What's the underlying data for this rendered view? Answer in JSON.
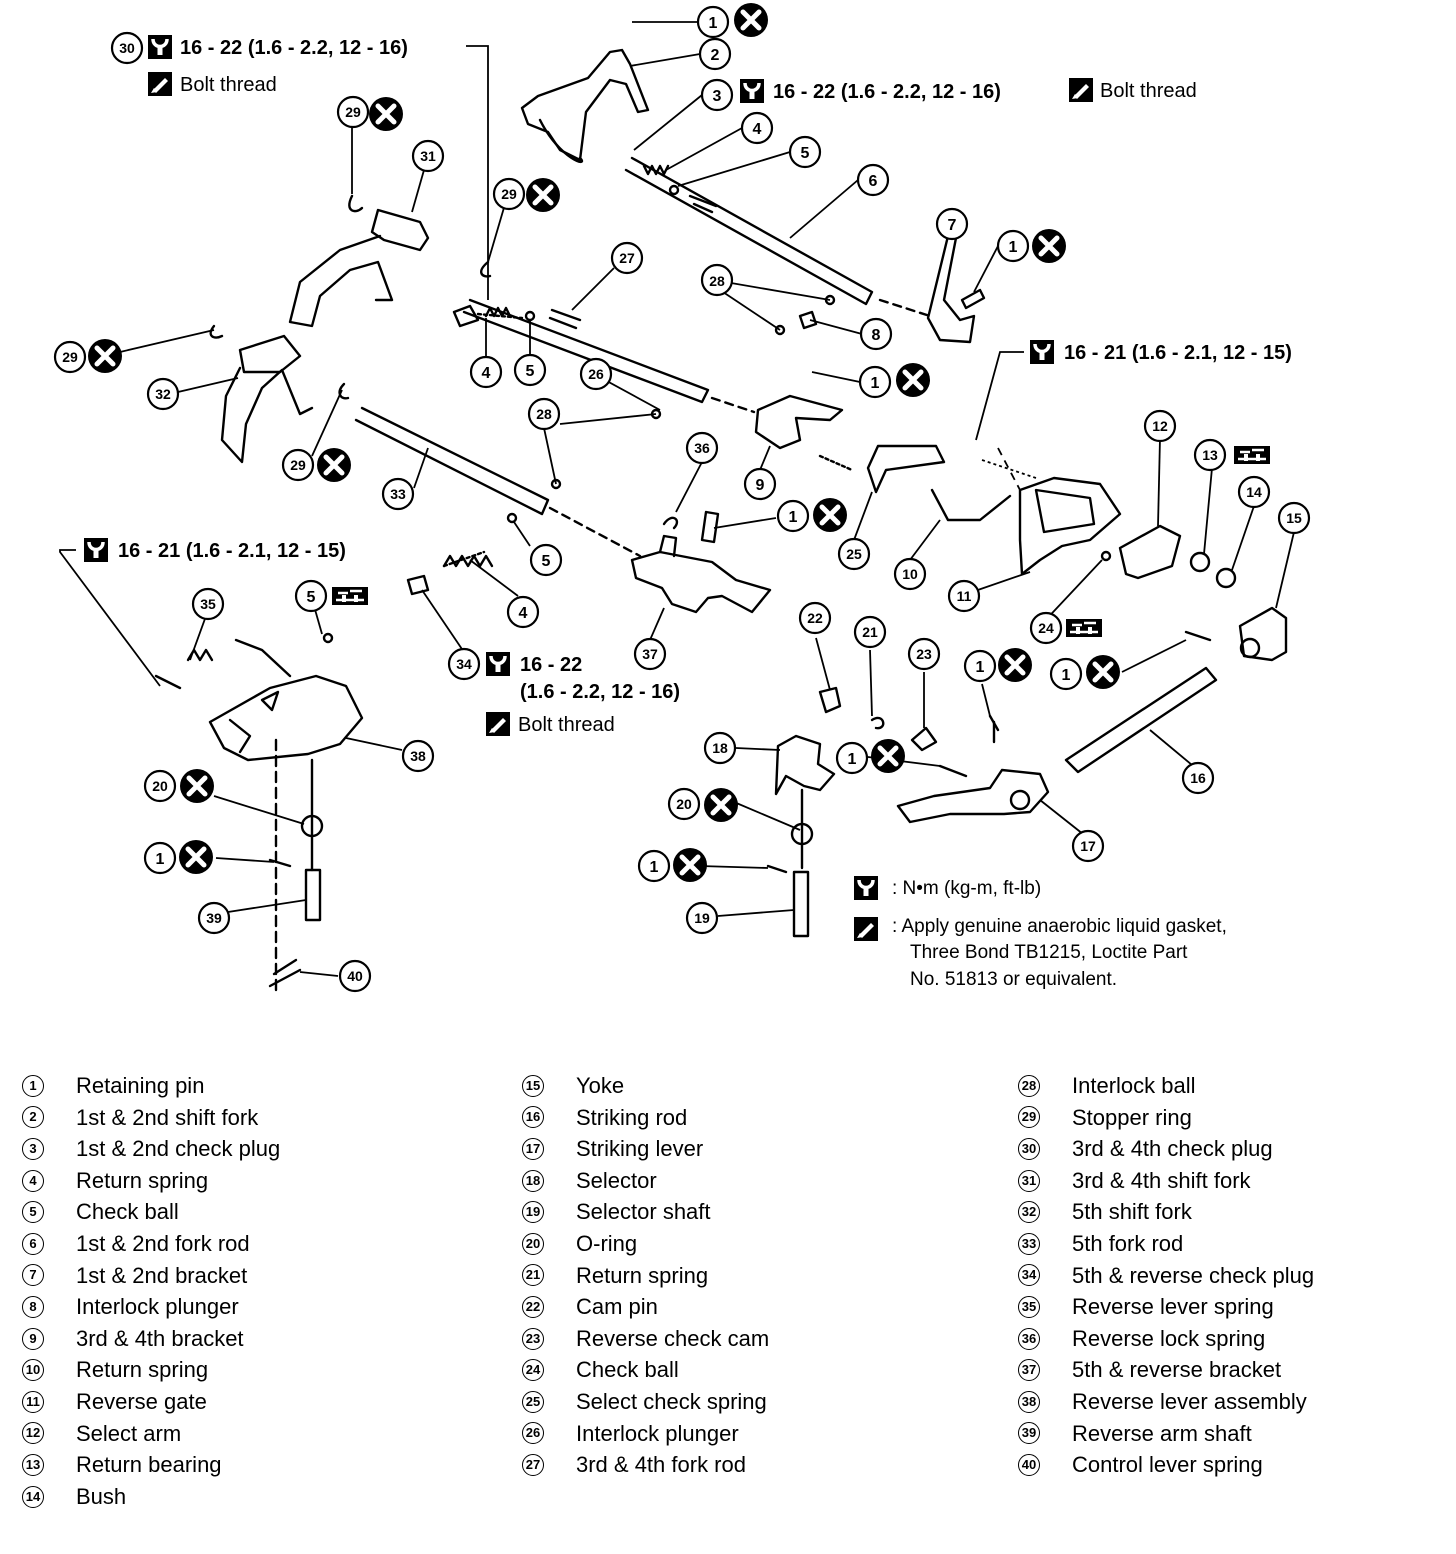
{
  "callouts": {
    "c1a": "1",
    "c2": "2",
    "c3": "3",
    "c4a": "4",
    "c5a": "5",
    "c6": "6",
    "c7": "7",
    "c1b": "1",
    "c28a": "28",
    "c8": "8",
    "c30": "30",
    "c29a": "29",
    "c31": "31",
    "c29b": "29",
    "c27": "27",
    "c4b": "4",
    "c5b": "5",
    "c26": "26",
    "c1c": "1",
    "c9": "9",
    "c29c": "29",
    "c32": "32",
    "c29d": "29",
    "c28b": "28",
    "c33": "33",
    "c36": "36",
    "c1d": "1",
    "c37": "37",
    "c25": "25",
    "c10": "10",
    "c11": "11",
    "c12": "12",
    "c13": "13",
    "c14": "14",
    "c15": "15",
    "c24": "24",
    "c5c": "5",
    "c4c": "4",
    "c34": "34",
    "c35": "35",
    "c5d": "5",
    "c38": "38",
    "c20a": "20",
    "c1e": "1",
    "c39": "39",
    "c40": "40",
    "c22": "22",
    "c21": "21",
    "c23": "23",
    "c1f": "1",
    "c1g": "1",
    "c16": "16",
    "c18": "18",
    "c1h": "1",
    "c17": "17",
    "c20b": "20",
    "c1i": "1",
    "c19": "19"
  },
  "specs": {
    "torque_30": "16 - 22 (1.6 - 2.2, 12 - 16)",
    "bolt_thread_30": "Bolt thread",
    "torque_3": "16 - 22 (1.6 - 2.2, 12 - 16)",
    "bolt_thread_3": "Bolt thread",
    "torque_right": "16 - 21 (1.6 - 2.1, 12 - 15)",
    "torque_left": "16 - 21 (1.6 - 2.1, 12 - 15)",
    "torque_34_line1": "16 - 22",
    "torque_34_line2": "(1.6 - 2.2, 12 - 16)",
    "bolt_thread_34": "Bolt thread"
  },
  "notes": {
    "unit": ": N•m (kg-m, ft-lb)",
    "gasket_line1": ": Apply genuine anaerobic liquid gasket,",
    "gasket_line2": "Three Bond TB1215, Loctite Part",
    "gasket_line3": "No. 51813 or equivalent."
  },
  "legend": {
    "col1": [
      {
        "num": "1",
        "label": "Retaining pin"
      },
      {
        "num": "2",
        "label": "1st & 2nd shift fork"
      },
      {
        "num": "3",
        "label": "1st & 2nd check plug"
      },
      {
        "num": "4",
        "label": "Return spring"
      },
      {
        "num": "5",
        "label": "Check ball"
      },
      {
        "num": "6",
        "label": "1st & 2nd fork rod"
      },
      {
        "num": "7",
        "label": "1st & 2nd bracket"
      },
      {
        "num": "8",
        "label": "Interlock plunger"
      },
      {
        "num": "9",
        "label": "3rd & 4th bracket"
      },
      {
        "num": "10",
        "label": "Return spring"
      },
      {
        "num": "11",
        "label": "Reverse gate"
      },
      {
        "num": "12",
        "label": "Select arm"
      },
      {
        "num": "13",
        "label": "Return bearing"
      },
      {
        "num": "14",
        "label": "Bush"
      }
    ],
    "col2": [
      {
        "num": "15",
        "label": "Yoke"
      },
      {
        "num": "16",
        "label": "Striking rod"
      },
      {
        "num": "17",
        "label": "Striking lever"
      },
      {
        "num": "18",
        "label": "Selector"
      },
      {
        "num": "19",
        "label": "Selector shaft"
      },
      {
        "num": "20",
        "label": "O-ring"
      },
      {
        "num": "21",
        "label": "Return spring"
      },
      {
        "num": "22",
        "label": "Cam pin"
      },
      {
        "num": "23",
        "label": "Reverse check cam"
      },
      {
        "num": "24",
        "label": "Check ball"
      },
      {
        "num": "25",
        "label": "Select check spring"
      },
      {
        "num": "26",
        "label": "Interlock plunger"
      },
      {
        "num": "27",
        "label": "3rd & 4th fork rod"
      }
    ],
    "col3": [
      {
        "num": "28",
        "label": "Interlock ball"
      },
      {
        "num": "29",
        "label": "Stopper ring"
      },
      {
        "num": "30",
        "label": "3rd & 4th check plug"
      },
      {
        "num": "31",
        "label": "3rd & 4th shift fork"
      },
      {
        "num": "32",
        "label": "5th shift fork"
      },
      {
        "num": "33",
        "label": "5th fork rod"
      },
      {
        "num": "34",
        "label": "5th & reverse check plug"
      },
      {
        "num": "35",
        "label": "Reverse lever spring"
      },
      {
        "num": "36",
        "label": "Reverse lock spring"
      },
      {
        "num": "37",
        "label": "5th & reverse bracket"
      },
      {
        "num": "38",
        "label": "Reverse lever assembly"
      },
      {
        "num": "39",
        "label": "Reverse arm shaft"
      },
      {
        "num": "40",
        "label": "Control lever spring"
      }
    ]
  }
}
